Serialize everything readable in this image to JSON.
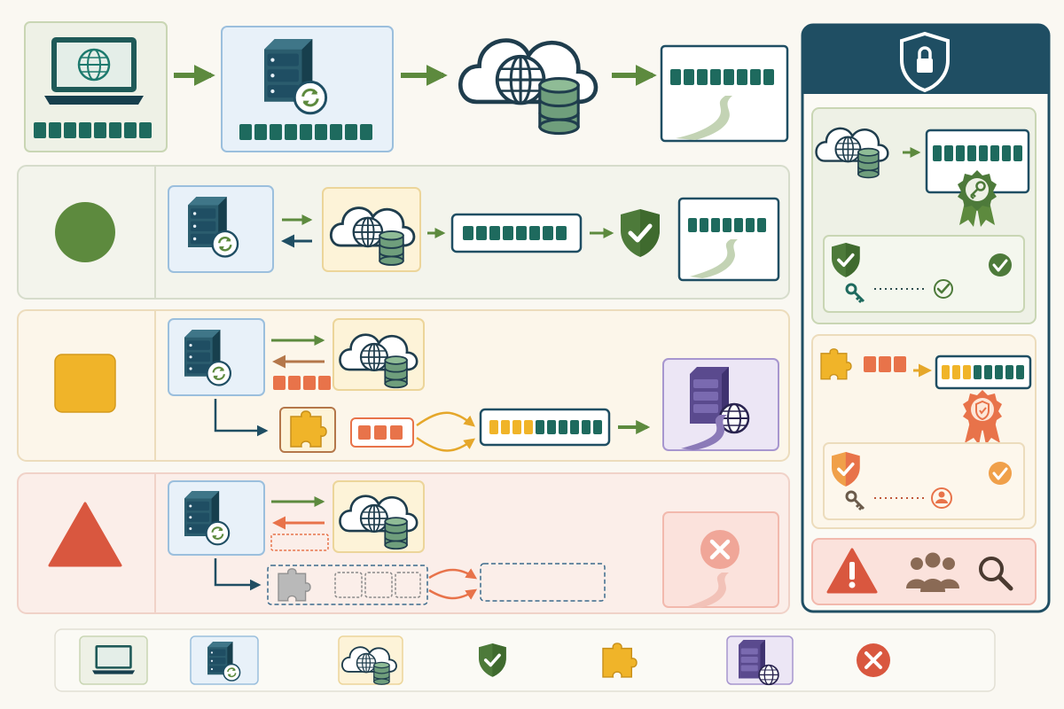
{
  "colors": {
    "background": "#faf8f2",
    "navy": "#1f4e63",
    "teal": "#1e6a5e",
    "green_status": "#5d8a3e",
    "amber_status": "#f0b429",
    "red_status": "#d9573f",
    "green_tint": "#eef1e6",
    "amber_tint": "#fcf3e2",
    "red_tint": "#fbe9e4",
    "blue_tint": "#e8f1f9",
    "yellow_tint": "#fdf3d8",
    "purple_tint": "#ece6f5",
    "purple": "#5a4a8e",
    "orange": "#e8734a"
  },
  "diagram": {
    "top_flow": [
      "laptop-globe-icon",
      "server-sync-icon",
      "cloud-database-icon",
      "data-track-panel"
    ],
    "lanes": [
      {
        "status_icon": "green-circle-icon",
        "status_color": "#5d8a3e",
        "flow": [
          "server-sync-icon",
          "cloud-database-icon",
          "data-track-bar",
          "shield-check-icon",
          "data-track-panel"
        ],
        "outcome": "success"
      },
      {
        "status_icon": "amber-square-icon",
        "status_color": "#f0b429",
        "flow": [
          "server-sync-icon",
          "cloud-database-icon",
          "puzzle-piece-icon",
          "partial-segments",
          "mixed-track-bar",
          "purple-server-globe-icon"
        ],
        "outcome": "partial"
      },
      {
        "status_icon": "red-triangle-icon",
        "status_color": "#d9573f",
        "flow": [
          "server-sync-icon",
          "cloud-database-icon",
          "gray-puzzle-icon",
          "empty-segments",
          "empty-track",
          "failed-x-icon"
        ],
        "outcome": "failed"
      }
    ],
    "security_panel": {
      "header_icon": "lock-shield-icon",
      "sections": [
        {
          "icons": [
            "cloud-database-icon",
            "certified-track-icon",
            "award-key-badge-icon",
            "shield-check-icon",
            "key-icon",
            "check-circle-icon"
          ],
          "tone": "green"
        },
        {
          "icons": [
            "puzzle-piece-icon",
            "partial-segments",
            "mixed-track-bar",
            "award-shield-badge-icon",
            "shield-check-icon",
            "key-icon",
            "user-circle-icon"
          ],
          "tone": "amber"
        },
        {
          "icons": [
            "warning-triangle-icon",
            "people-group-icon",
            "magnifier-icon"
          ],
          "tone": "red"
        }
      ]
    },
    "legend_icons": [
      "laptop-icon",
      "server-sync-icon",
      "cloud-database-icon",
      "shield-check-icon",
      "puzzle-piece-icon",
      "purple-server-globe-icon",
      "error-x-icon"
    ]
  }
}
